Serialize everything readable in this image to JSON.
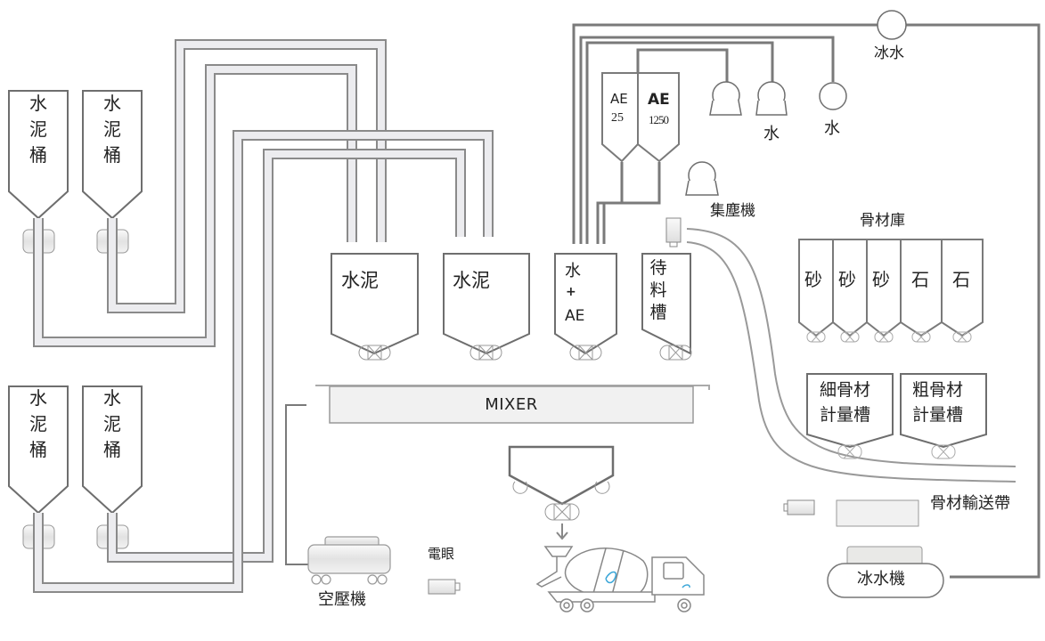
{
  "colors": {
    "line": "#7a7a7a",
    "pipe_fill": "#ececef",
    "pipe_edge": "#8a8a8a",
    "box_fill": "#f1f1f1",
    "truck_logo": "#3aa6d8"
  },
  "cement_silos": [
    {
      "label": "水泥桶"
    },
    {
      "label": "水泥桶"
    },
    {
      "label": "水泥桶"
    },
    {
      "label": "水泥桶"
    }
  ],
  "hoppers": [
    {
      "label": "水泥"
    },
    {
      "label": "水泥"
    },
    {
      "label_line1": "水",
      "label_line2": "+",
      "label_line3": "AE"
    },
    {
      "label": "待料槽"
    }
  ],
  "mixer": {
    "label": "MIXER"
  },
  "ae_tanks": [
    {
      "name": "AE",
      "value": "25"
    },
    {
      "name": "AE",
      "value": "1250"
    }
  ],
  "pumps": {
    "water_pump_label": "水",
    "water_label": "水",
    "chilled_water_label": "冰水",
    "dust_collector_label": "集塵機"
  },
  "aggregate_storage": {
    "title": "骨材庫",
    "bins": [
      "砂",
      "砂",
      "砂",
      "石",
      "石"
    ]
  },
  "weigh_hoppers": [
    {
      "line1": "細骨材",
      "line2": "計量槽"
    },
    {
      "line1": "粗骨材",
      "line2": "計量槽"
    }
  ],
  "conveyor": {
    "label": "骨材輸送帶"
  },
  "chiller": {
    "label": "冰水機"
  },
  "air_compressor": {
    "label": "空壓機"
  },
  "photo_eye": {
    "label": "電眼"
  },
  "mixer_truck": {
    "label": ""
  }
}
